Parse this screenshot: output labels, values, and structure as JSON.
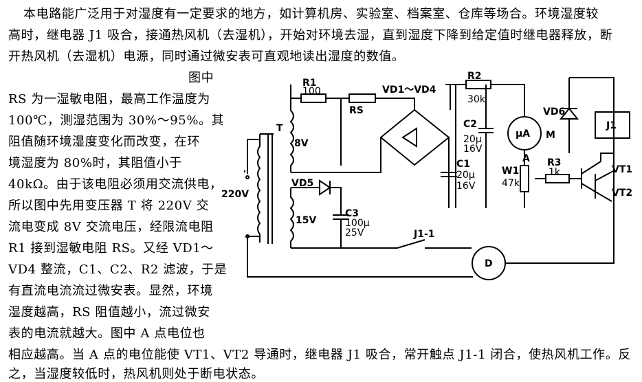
{
  "text": {
    "l1": "本电路能广泛用于对湿度有一定要求的地方，如计算机房、实验室、档案室、仓库等场合。环境湿度较",
    "l2": "高时，继电器 J1 吸合，接通热风机（去湿机），开始对环境去湿，直到湿度下降到给定值时继电器释放，断",
    "l3": "开热风机（去湿机）电源，同时通过微安表可直观地读出湿度的数值。",
    "l4": "图中",
    "l5": "RS 为一湿敏电阻，最高工作温度为",
    "l6": "100℃，测湿范围为 30%～95%。其",
    "l7": "阻值随环境湿度变化而改变，在环",
    "l8": "境湿度为 80%时，其阻值小于",
    "l9": "40kΩ。由于该电阻必须用交流供电，",
    "l10": "所以图中先用变压器 T 将 220V 交",
    "l11": "流电变成 8V 交流电压，经限流电阻",
    "l12": "R1 接到湿敏电阻 RS。又经 VD1～",
    "l13": "VD4 整流，C1、C2、R2 滤波，于是",
    "l14": "有直流电流流过微安表。显然，环境",
    "l15": "湿度越高，RS 阻值越小，流过微安",
    "l16": "表的电流就越大。图中 A 点电位也",
    "l17": "相应越高。当 A 点的电位能使 VT1、VT2 导通时，继电器 J1 吸合，常开触点 J1-1 闭合，使热风机工作。反",
    "l18": "之，当湿度较低时，热风机则处于断电状态。"
  },
  "diagram": {
    "r1": "R1",
    "r1v": "100",
    "rs": "RS",
    "vd14": "VD1～VD4",
    "r2": "R2",
    "r2v": "30k",
    "c2": "C2",
    "c2v1": "20μ",
    "c2v2": "16V",
    "meter": "μA",
    "m": "M",
    "vd6": "VD6",
    "j1": "J1",
    "t": "T",
    "v8": "8V",
    "v220": "220V",
    "c1": "C1",
    "c1v1": "20μ",
    "c1v2": "16V",
    "a": "A",
    "w1": "W1",
    "w1v": "47k",
    "r3": "R3",
    "r3v": "1k",
    "vt1": "VT1",
    "vt2": "VT2",
    "vd5": "VD5",
    "v15": "15V",
    "c3": "C3",
    "c3v1": "100μ",
    "c3v2": "25V",
    "j11": "J1-1",
    "d": "D"
  }
}
